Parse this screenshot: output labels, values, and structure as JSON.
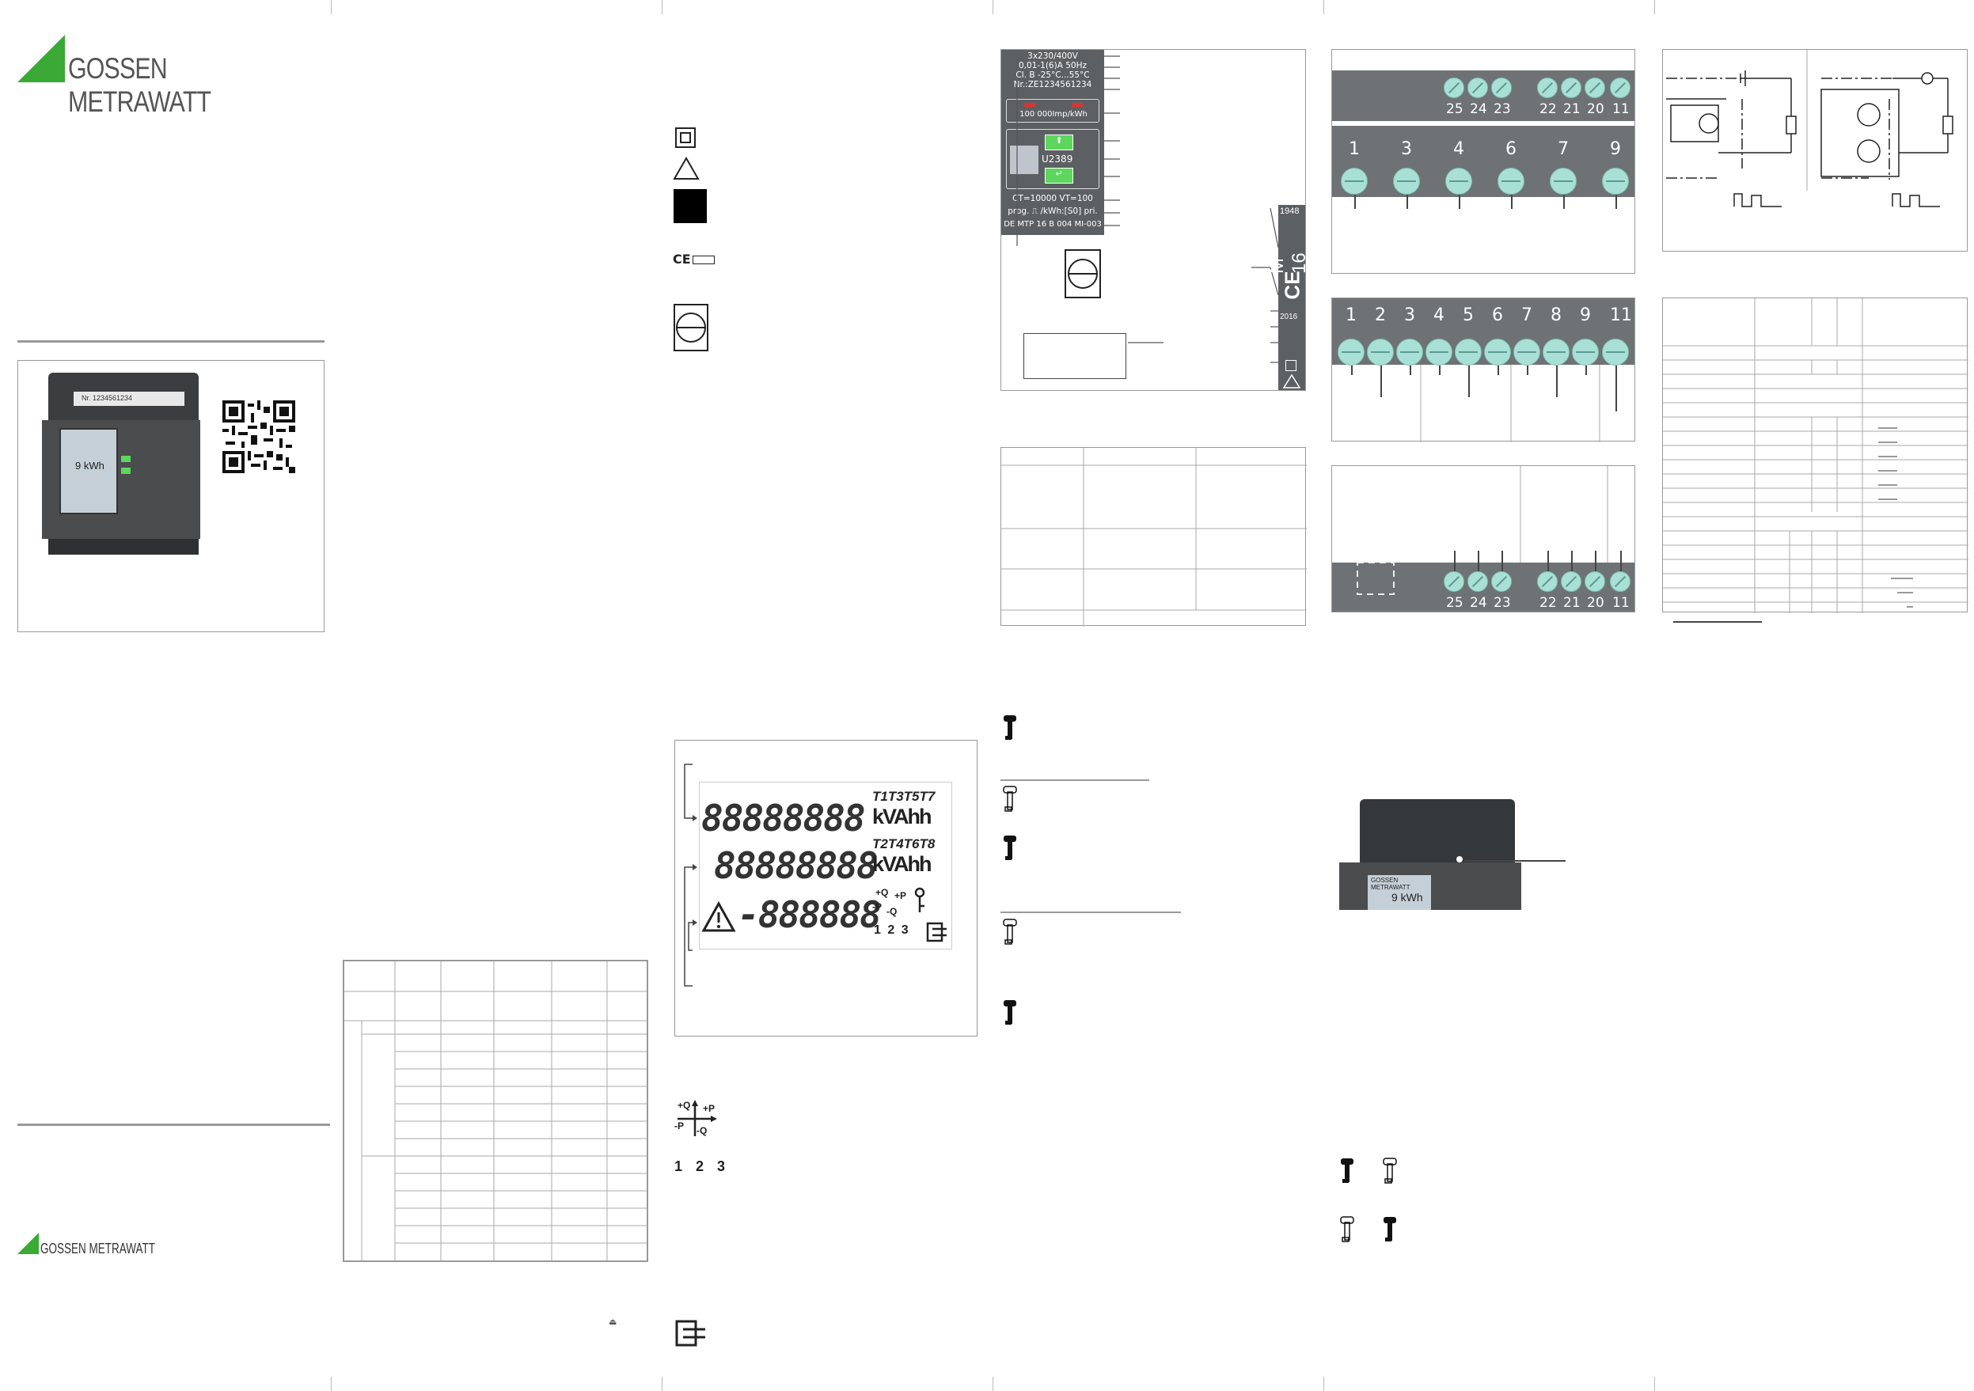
{
  "brand": {
    "name": "GOSSEN METRAWATT",
    "accent": "#3aa935"
  },
  "panel1": {
    "device_label_line1": "Nr. 1234561234",
    "device_display": "9 kWh"
  },
  "symbols": {
    "ce_label": "CE",
    "class_ii": "class-ii-symbol",
    "warning": "warning-triangle-symbol",
    "filled_square": "black-square-symbol",
    "meter": "meter-symbol"
  },
  "lcd": {
    "row1_digits": "88888888",
    "row1_unit": "kVAhh",
    "row1_tariffs": "T1T3T5T7",
    "row2_tariffs": "T2T4T6T8",
    "row2_digits": "88888888",
    "row2_unit": "kVAhh",
    "row3_digits": "-888888",
    "quadrant_plus_q": "+Q",
    "quadrant_plus_p": "+P",
    "quadrant_minus_p": "-P",
    "quadrant_minus_q": "-Q",
    "phases": "1 2 3"
  },
  "nameplate": {
    "line1": "3x230/400V",
    "line2": "0,01-1(6)A 50Hz",
    "line3": "Cl. B -25°C...55°C",
    "line4": "Nr.:ZE1234561234",
    "imp": "100 000Imp/kWh",
    "model": "U2389",
    "ct_vt": "CT=10000  VT=100",
    "prog": "prog. ⎍ /kWh:[S0] pri.",
    "approval": "DE MTP 16 B 004 MI-003",
    "side_1948": "1948",
    "side_m16": "M 16",
    "side_ce": "CE",
    "side_2016": "2016"
  },
  "terminals": {
    "top_block_numbers": [
      "25",
      "24",
      "23",
      "22",
      "21",
      "20",
      "11"
    ],
    "main_row_numbers": [
      "1",
      "3",
      "4",
      "6",
      "7",
      "9"
    ],
    "block2_numbers": [
      "1",
      "2",
      "3",
      "4",
      "5",
      "6",
      "7",
      "8",
      "9",
      "11"
    ],
    "bottom_block_numbers": [
      "25",
      "24",
      "23",
      "22",
      "21",
      "20",
      "11"
    ]
  },
  "photo2": {
    "brand_small": "GOSSEN METRAWATT",
    "display": "9 kWh"
  }
}
